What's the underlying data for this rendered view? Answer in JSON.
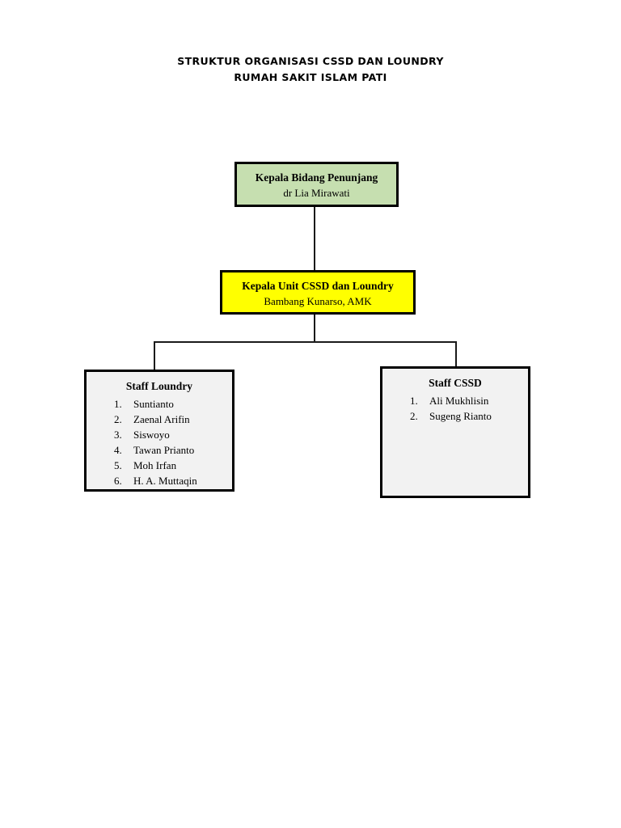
{
  "title": {
    "line1": "STRUKTUR ORGANISASI CSSD DAN LOUNDRY",
    "line2": "RUMAH SAKIT ISLAM PATI"
  },
  "colors": {
    "penunjang_fill": "#c6dfb0",
    "kepala_unit_fill": "#ffff00",
    "staff_fill": "#f2f2f2",
    "border": "#000000",
    "text": "#000000"
  },
  "nodes": {
    "penunjang": {
      "title": "Kepala Bidang Penunjang",
      "name": "dr Lia Mirawati"
    },
    "kepala_unit": {
      "title": "Kepala Unit CSSD dan Loundry",
      "name": "Bambang Kunarso, AMK"
    },
    "staff_loundry": {
      "heading": "Staff Loundry",
      "members": [
        {
          "num": "1.",
          "name": "Suntianto"
        },
        {
          "num": "2.",
          "name": "Zaenal Arifin"
        },
        {
          "num": "3.",
          "name": "Siswoyo"
        },
        {
          "num": "4.",
          "name": "Tawan Prianto"
        },
        {
          "num": "5.",
          "name": "Moh Irfan"
        },
        {
          "num": "6.",
          "name": "H. A. Muttaqin"
        }
      ]
    },
    "staff_cssd": {
      "heading": "Staff CSSD",
      "members": [
        {
          "num": "1.",
          "name": "Ali Mukhlisin"
        },
        {
          "num": "2.",
          "name": "Sugeng Rianto"
        }
      ]
    }
  }
}
